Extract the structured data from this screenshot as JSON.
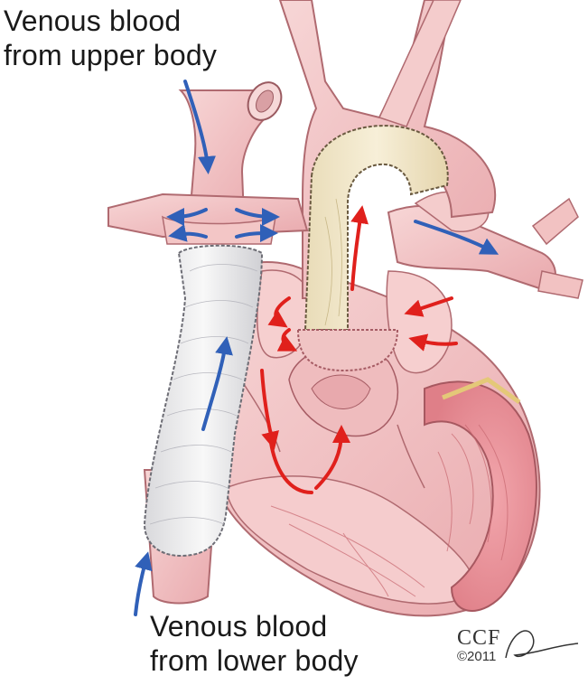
{
  "labels": {
    "upper_line1": "Venous blood",
    "upper_line2": "from upper body",
    "lower_line1": "Venous blood",
    "lower_line2": "from lower body"
  },
  "credit": {
    "logo": "CCF",
    "year": "©2011",
    "signature": "Pangrace"
  },
  "colors": {
    "tissue": "#f2c2c2",
    "tissue_dark": "#e29a9e",
    "muscle": "#e88b92",
    "graft_vessel": "#f1e5c8",
    "conduit": "#eeeeee",
    "venous_arrow": "#3060b8",
    "arterial_arrow": "#e0201c"
  },
  "icons": {
    "arrow_up_blue": "blue-flow-arrow-icon",
    "arrow_red": "red-flow-arrow-icon"
  }
}
